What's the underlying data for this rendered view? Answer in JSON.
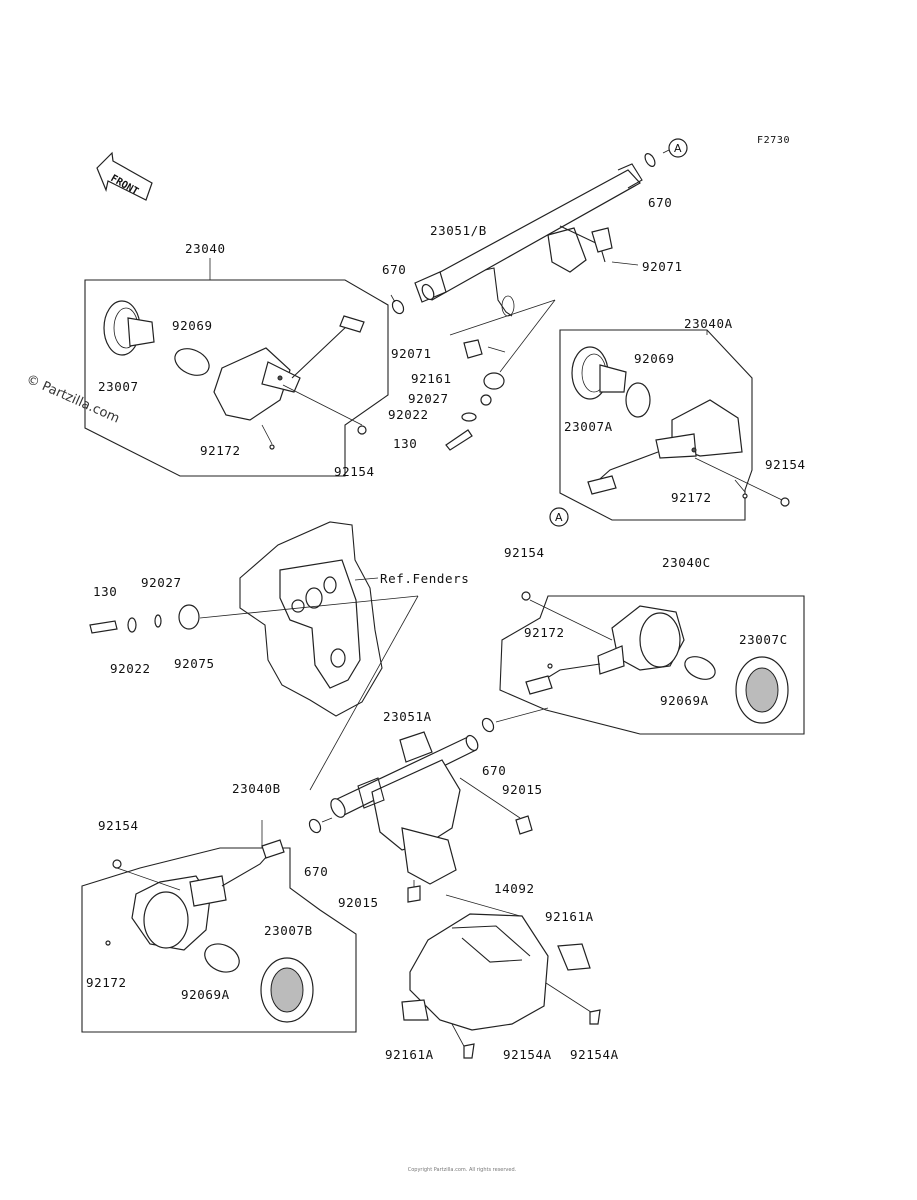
{
  "figure_code": "F2730",
  "front_label": "FRONT",
  "watermark": "© Partzilla.com",
  "ref_fenders": "Ref.Fenders",
  "footer_text": "Copyright Partzilla.com. All rights reserved.",
  "callout_a_top": "A",
  "callout_a_right": "A",
  "labels": {
    "l_670_top": "670",
    "l_23051b": "23051/B",
    "l_92071_right": "92071",
    "l_23040": "23040",
    "l_670_left": "670",
    "l_92069": "92069",
    "l_23007": "23007",
    "l_92071_left": "92071",
    "l_92161": "92161",
    "l_92027": "92027",
    "l_92022": "92022",
    "l_130": "130",
    "l_92172_top": "92172",
    "l_92154_top": "92154",
    "l_23040a": "23040A",
    "l_92069_a": "92069",
    "l_23007a": "23007A",
    "l_92154_a": "92154",
    "l_92172_a": "92172",
    "l_130_mid": "130",
    "l_92027_mid": "92027",
    "l_92022_mid": "92022",
    "l_92075": "92075",
    "l_92154_c": "92154",
    "l_23040c": "23040C",
    "l_92172_c": "92172",
    "l_23007c": "23007C",
    "l_92069a_c": "92069A",
    "l_23051a": "23051A",
    "l_670_c": "670",
    "l_92015_r": "92015",
    "l_23040b": "23040B",
    "l_92154_b": "92154",
    "l_670_b": "670",
    "l_92015_l": "92015",
    "l_14092": "14092",
    "l_92161a_r": "92161A",
    "l_23007b": "23007B",
    "l_92172_b": "92172",
    "l_92069a_b": "92069A",
    "l_92161a_l": "92161A",
    "l_92154a_l": "92154A",
    "l_92154a_r": "92154A"
  }
}
